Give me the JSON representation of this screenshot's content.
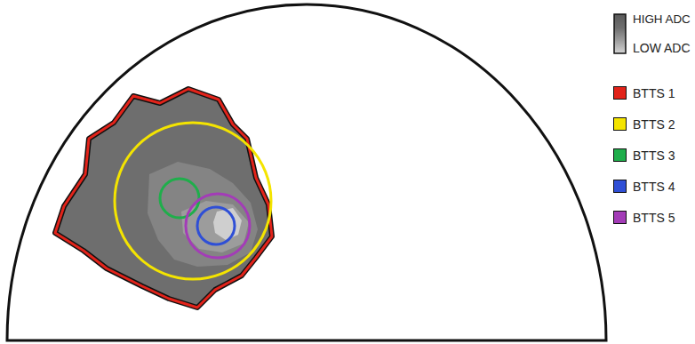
{
  "diagram": {
    "labels": [
      "HIGH ADC",
      "LOW ADC"
    ],
    "legend": [
      {
        "text": "BTTS 1",
        "color": "#e2231a"
      },
      {
        "text": "BTTS 2",
        "color": "#f4e400"
      },
      {
        "text": "BTTS 3",
        "color": "#1fae4b"
      },
      {
        "text": "BTTS 4",
        "color": "#2f4fd6"
      },
      {
        "text": "BTTS 5",
        "color": "#a33cb7"
      }
    ]
  }
}
